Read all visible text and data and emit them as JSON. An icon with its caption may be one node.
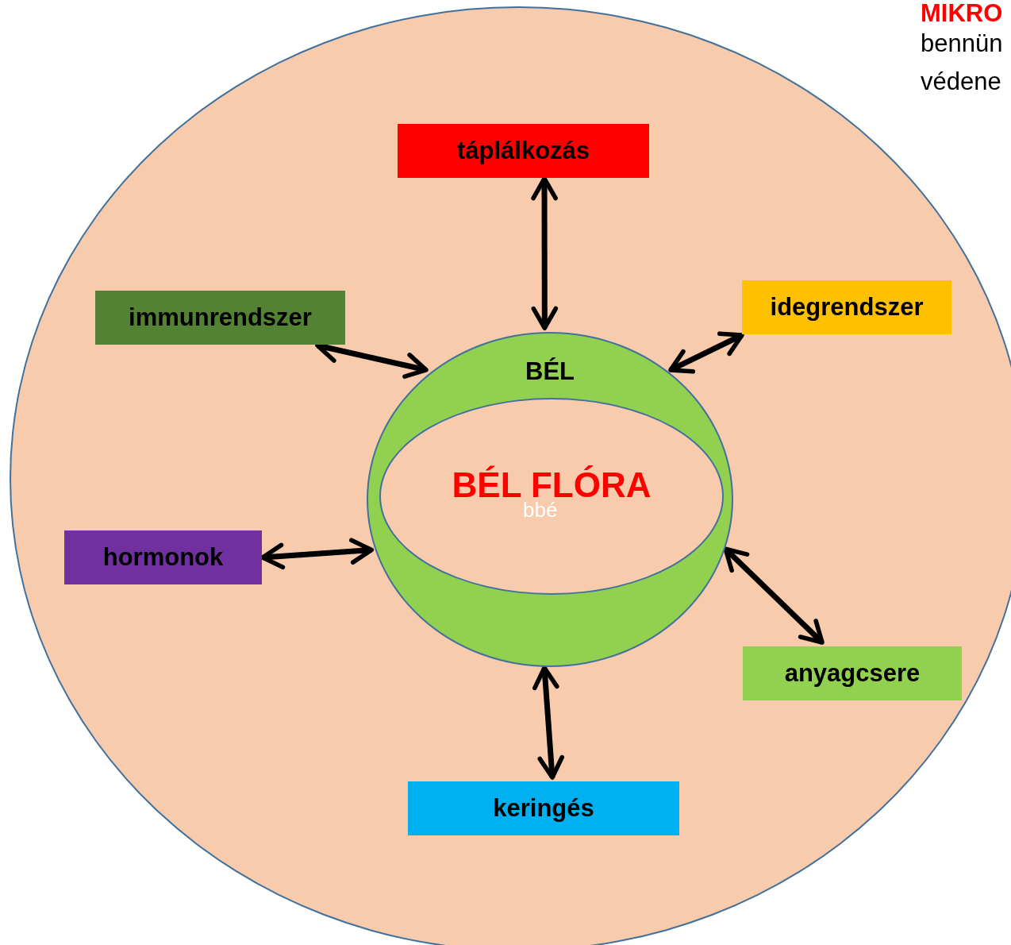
{
  "diagram": {
    "nodes": [
      {
        "text": [],
        "shape": "circle"
      },
      {
        "text": [
          "BÉL"
        ],
        "in": 0
      },
      {
        "text": [
          "BÉL FLÓRA"
        ],
        "in": 1
      },
      {
        "text": [
          "táplálkozás"
        ],
        "in": 0
      },
      {
        "text": [
          "idegrendszer"
        ],
        "in": 0
      },
      {
        "text": [
          "immunrendszer"
        ],
        "in": 0
      },
      {
        "text": [
          "hormonok"
        ],
        "in": 0
      },
      {
        "text": [
          "anyagcsere"
        ],
        "in": 0
      },
      {
        "text": [
          "keringés"
        ],
        "in": 0
      }
    ],
    "edges": [
      {
        "from": 3,
        "to": 1,
        "arrow": "both"
      },
      {
        "from": 4,
        "to": 1,
        "arrow": "both"
      },
      {
        "from": 5,
        "to": 1,
        "arrow": "both"
      },
      {
        "from": 6,
        "to": 1,
        "arrow": "both"
      },
      {
        "from": 7,
        "to": 1,
        "arrow": "both"
      },
      {
        "from": 8,
        "to": 1,
        "arrow": "both"
      }
    ],
    "labels": [
      "MIKRO",
      "bennün",
      "védene",
      "bbé"
    ]
  }
}
